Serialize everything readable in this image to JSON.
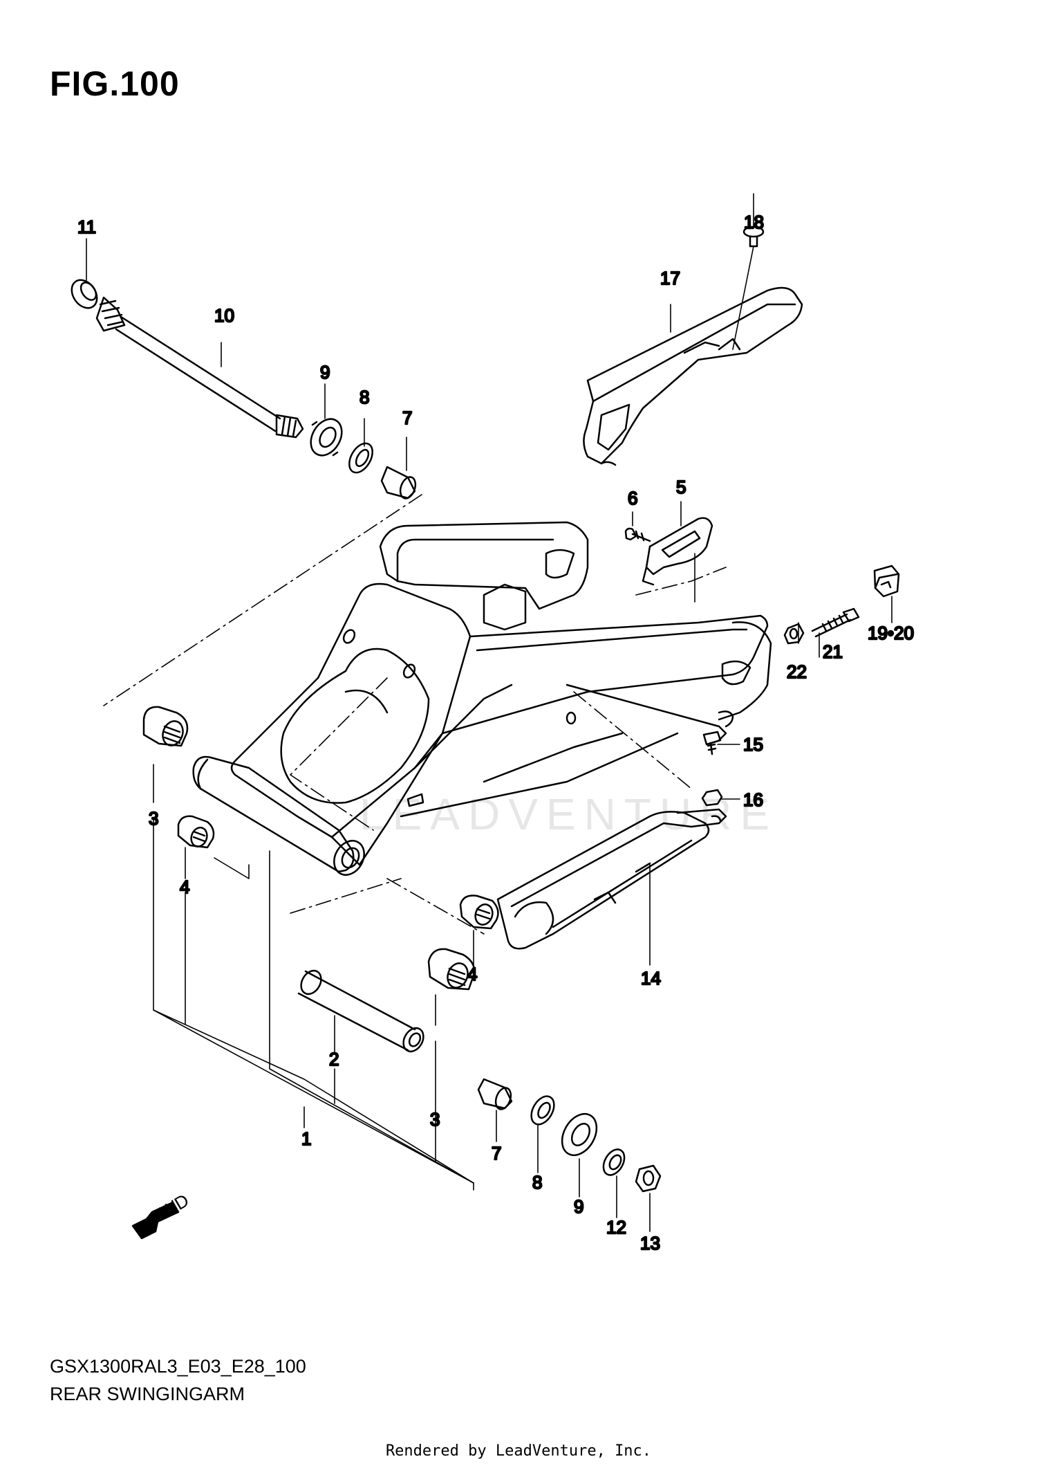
{
  "figure": {
    "title": "FIG.100",
    "model_code": "GSX1300RAL3_E03_E28_100",
    "name": "REAR SWINGINGARM",
    "rendered_by": "Rendered by LeadVenture, Inc.",
    "watermark": "LEADVENTURE"
  },
  "fwd_label": "FWD",
  "callouts": {
    "c1": "1",
    "c2": "2",
    "c3a": "3",
    "c3b": "3",
    "c4a": "4",
    "c4b": "4",
    "c5": "5",
    "c6": "6",
    "c7a": "7",
    "c7b": "7",
    "c8a": "8",
    "c8b": "8",
    "c9a": "9",
    "c9b": "9",
    "c10": "10",
    "c11": "11",
    "c12": "12",
    "c13": "13",
    "c14": "14",
    "c15": "15",
    "c16": "16",
    "c17": "17",
    "c18": "18",
    "c1920": "19•20",
    "c21": "21",
    "c22": "22"
  }
}
